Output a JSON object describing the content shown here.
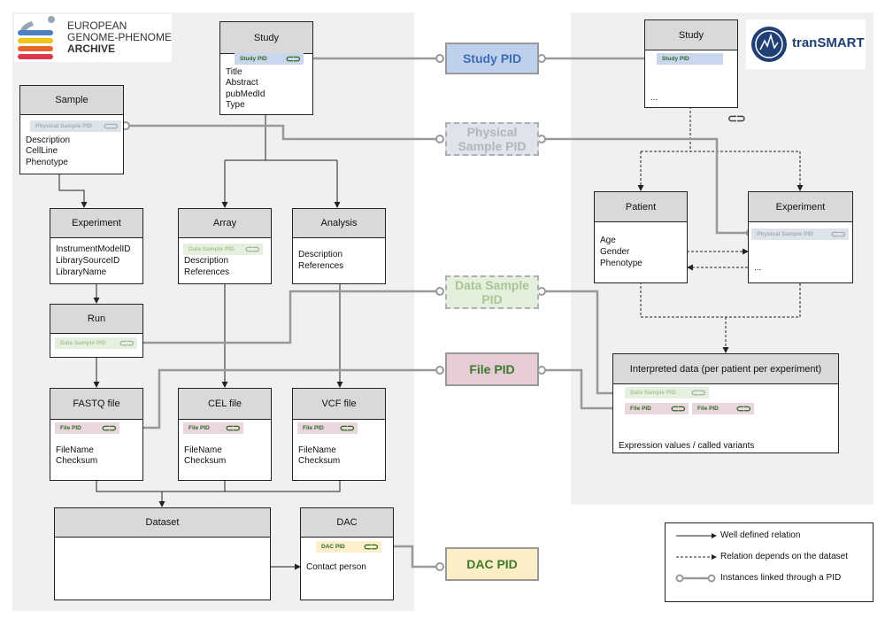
{
  "logos": {
    "ega": {
      "line1": "EUROPEAN",
      "line2": "GENOME-PHENOME",
      "line3": "ARCHIVE"
    },
    "transmart": {
      "text": "tranSMART"
    }
  },
  "pid_boxes": {
    "study": "Study PID",
    "physical_sample": "Physical Sample PID",
    "data_sample": "Data Sample PID",
    "file": "File PID",
    "dac": "DAC PID"
  },
  "ega_boxes": {
    "study": {
      "title": "Study",
      "pid": "Study PID",
      "fields": [
        "Title",
        "Abstract",
        "pubMedId",
        "Type"
      ]
    },
    "sample": {
      "title": "Sample",
      "pid": "Physical Sample PID",
      "fields": [
        "Description",
        "CellLine",
        "Phenotype"
      ]
    },
    "experiment": {
      "title": "Experiment",
      "fields": [
        "InstrumentModelID",
        "LibrarySourceID",
        "LibraryName"
      ]
    },
    "array": {
      "title": "Array",
      "pid": "Data Sample PID",
      "fields": [
        "Description",
        "References"
      ]
    },
    "analysis": {
      "title": "Analysis",
      "fields": [
        "Description",
        "References"
      ]
    },
    "run": {
      "title": "Run",
      "pid": "Data Sample PID"
    },
    "fastq": {
      "title": "FASTQ file",
      "pid": "File PID",
      "fields": [
        "FileName",
        "Checksum"
      ]
    },
    "cel": {
      "title": "CEL file",
      "pid": "File PID",
      "fields": [
        "FileName",
        "Checksum"
      ]
    },
    "vcf": {
      "title": "VCF file",
      "pid": "File PID",
      "fields": [
        "FileName",
        "Checksum"
      ]
    },
    "dataset": {
      "title": "Dataset"
    },
    "dac": {
      "title": "DAC",
      "pid": "DAC PID",
      "fields": [
        "Contact person"
      ]
    }
  },
  "transmart_boxes": {
    "study": {
      "title": "Study",
      "pid": "Study PID",
      "fields": [
        "..."
      ]
    },
    "patient": {
      "title": "Patient",
      "fields": [
        "Age",
        "Gender",
        "Phenotype"
      ]
    },
    "experiment": {
      "title": "Experiment",
      "pid": "Physical Sample PID",
      "fields": [
        "..."
      ]
    },
    "interpreted": {
      "title": "Interpreted data (per patient per experiment)",
      "pid_data": "Data Sample PID",
      "pid_file_1": "File PID",
      "pid_file_2": "File PID",
      "fields": [
        "Expression values / called variants"
      ]
    }
  },
  "link_glyph": "⊂⊃",
  "legend": {
    "well_defined": "Well defined relation",
    "depends": "Relation depends on the dataset",
    "linked": "Instances linked through a PID"
  },
  "colors": {
    "study_pid_fill": "#bfd0ee",
    "physical_pid_fill": "#dfe4ea",
    "data_pid_fill": "#e4f0dc",
    "file_pid_fill": "#e6ccd7",
    "dac_pid_fill": "#fcefc7",
    "pid_text": "#3d7a2a",
    "header_gray": "#d9d9d9",
    "wire_gray": "#999999"
  }
}
